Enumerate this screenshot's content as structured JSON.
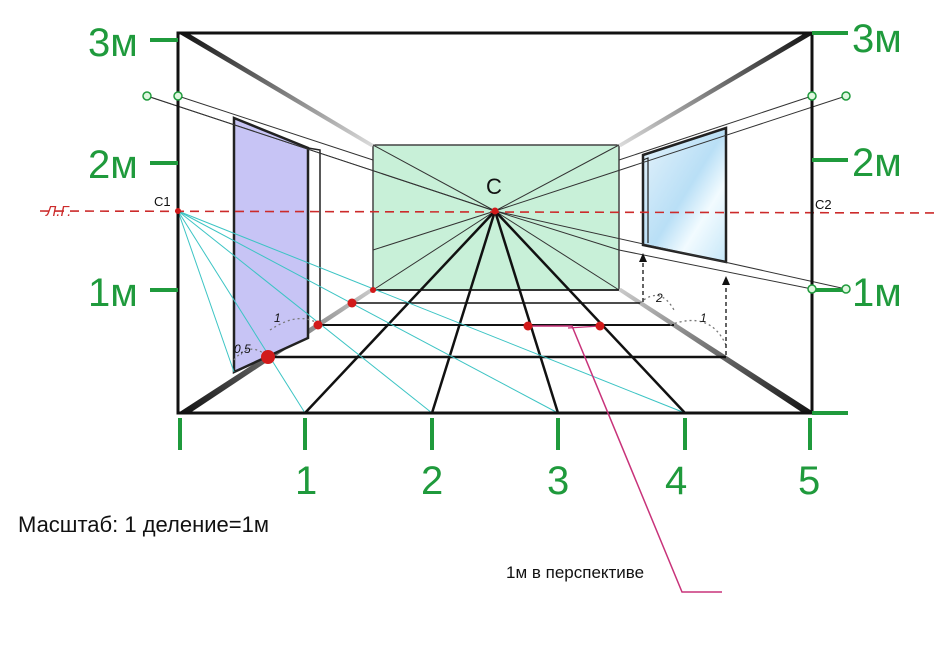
{
  "colors": {
    "scale_green": "#1f9a3c",
    "frame": "#111111",
    "horizon_red": "#cc2b2b",
    "callout_magenta": "#c8337a",
    "back_wall_fill": "#c8f0d8",
    "door_fill": "#c7c4f5",
    "window_fill": "#d9eef9",
    "fan_lines": "#3cc4c4"
  },
  "labels": {
    "center": "С",
    "horizon": "Л.Г.",
    "c1": "С1",
    "c2": "С2",
    "scale_caption": "Масштаб: 1 деление=1м",
    "callout": "1м в перспективе",
    "door_half": "0,5",
    "door_one": "1",
    "right_two": "2",
    "right_one": "1"
  },
  "left_scale": [
    {
      "label": "3м"
    },
    {
      "label": "2м"
    },
    {
      "label": "1м"
    }
  ],
  "right_scale": [
    {
      "label": "3м"
    },
    {
      "label": "2м"
    },
    {
      "label": "1м"
    }
  ],
  "bottom_scale": [
    {
      "label": "1"
    },
    {
      "label": "2"
    },
    {
      "label": "3"
    },
    {
      "label": "4"
    },
    {
      "label": "5"
    }
  ]
}
